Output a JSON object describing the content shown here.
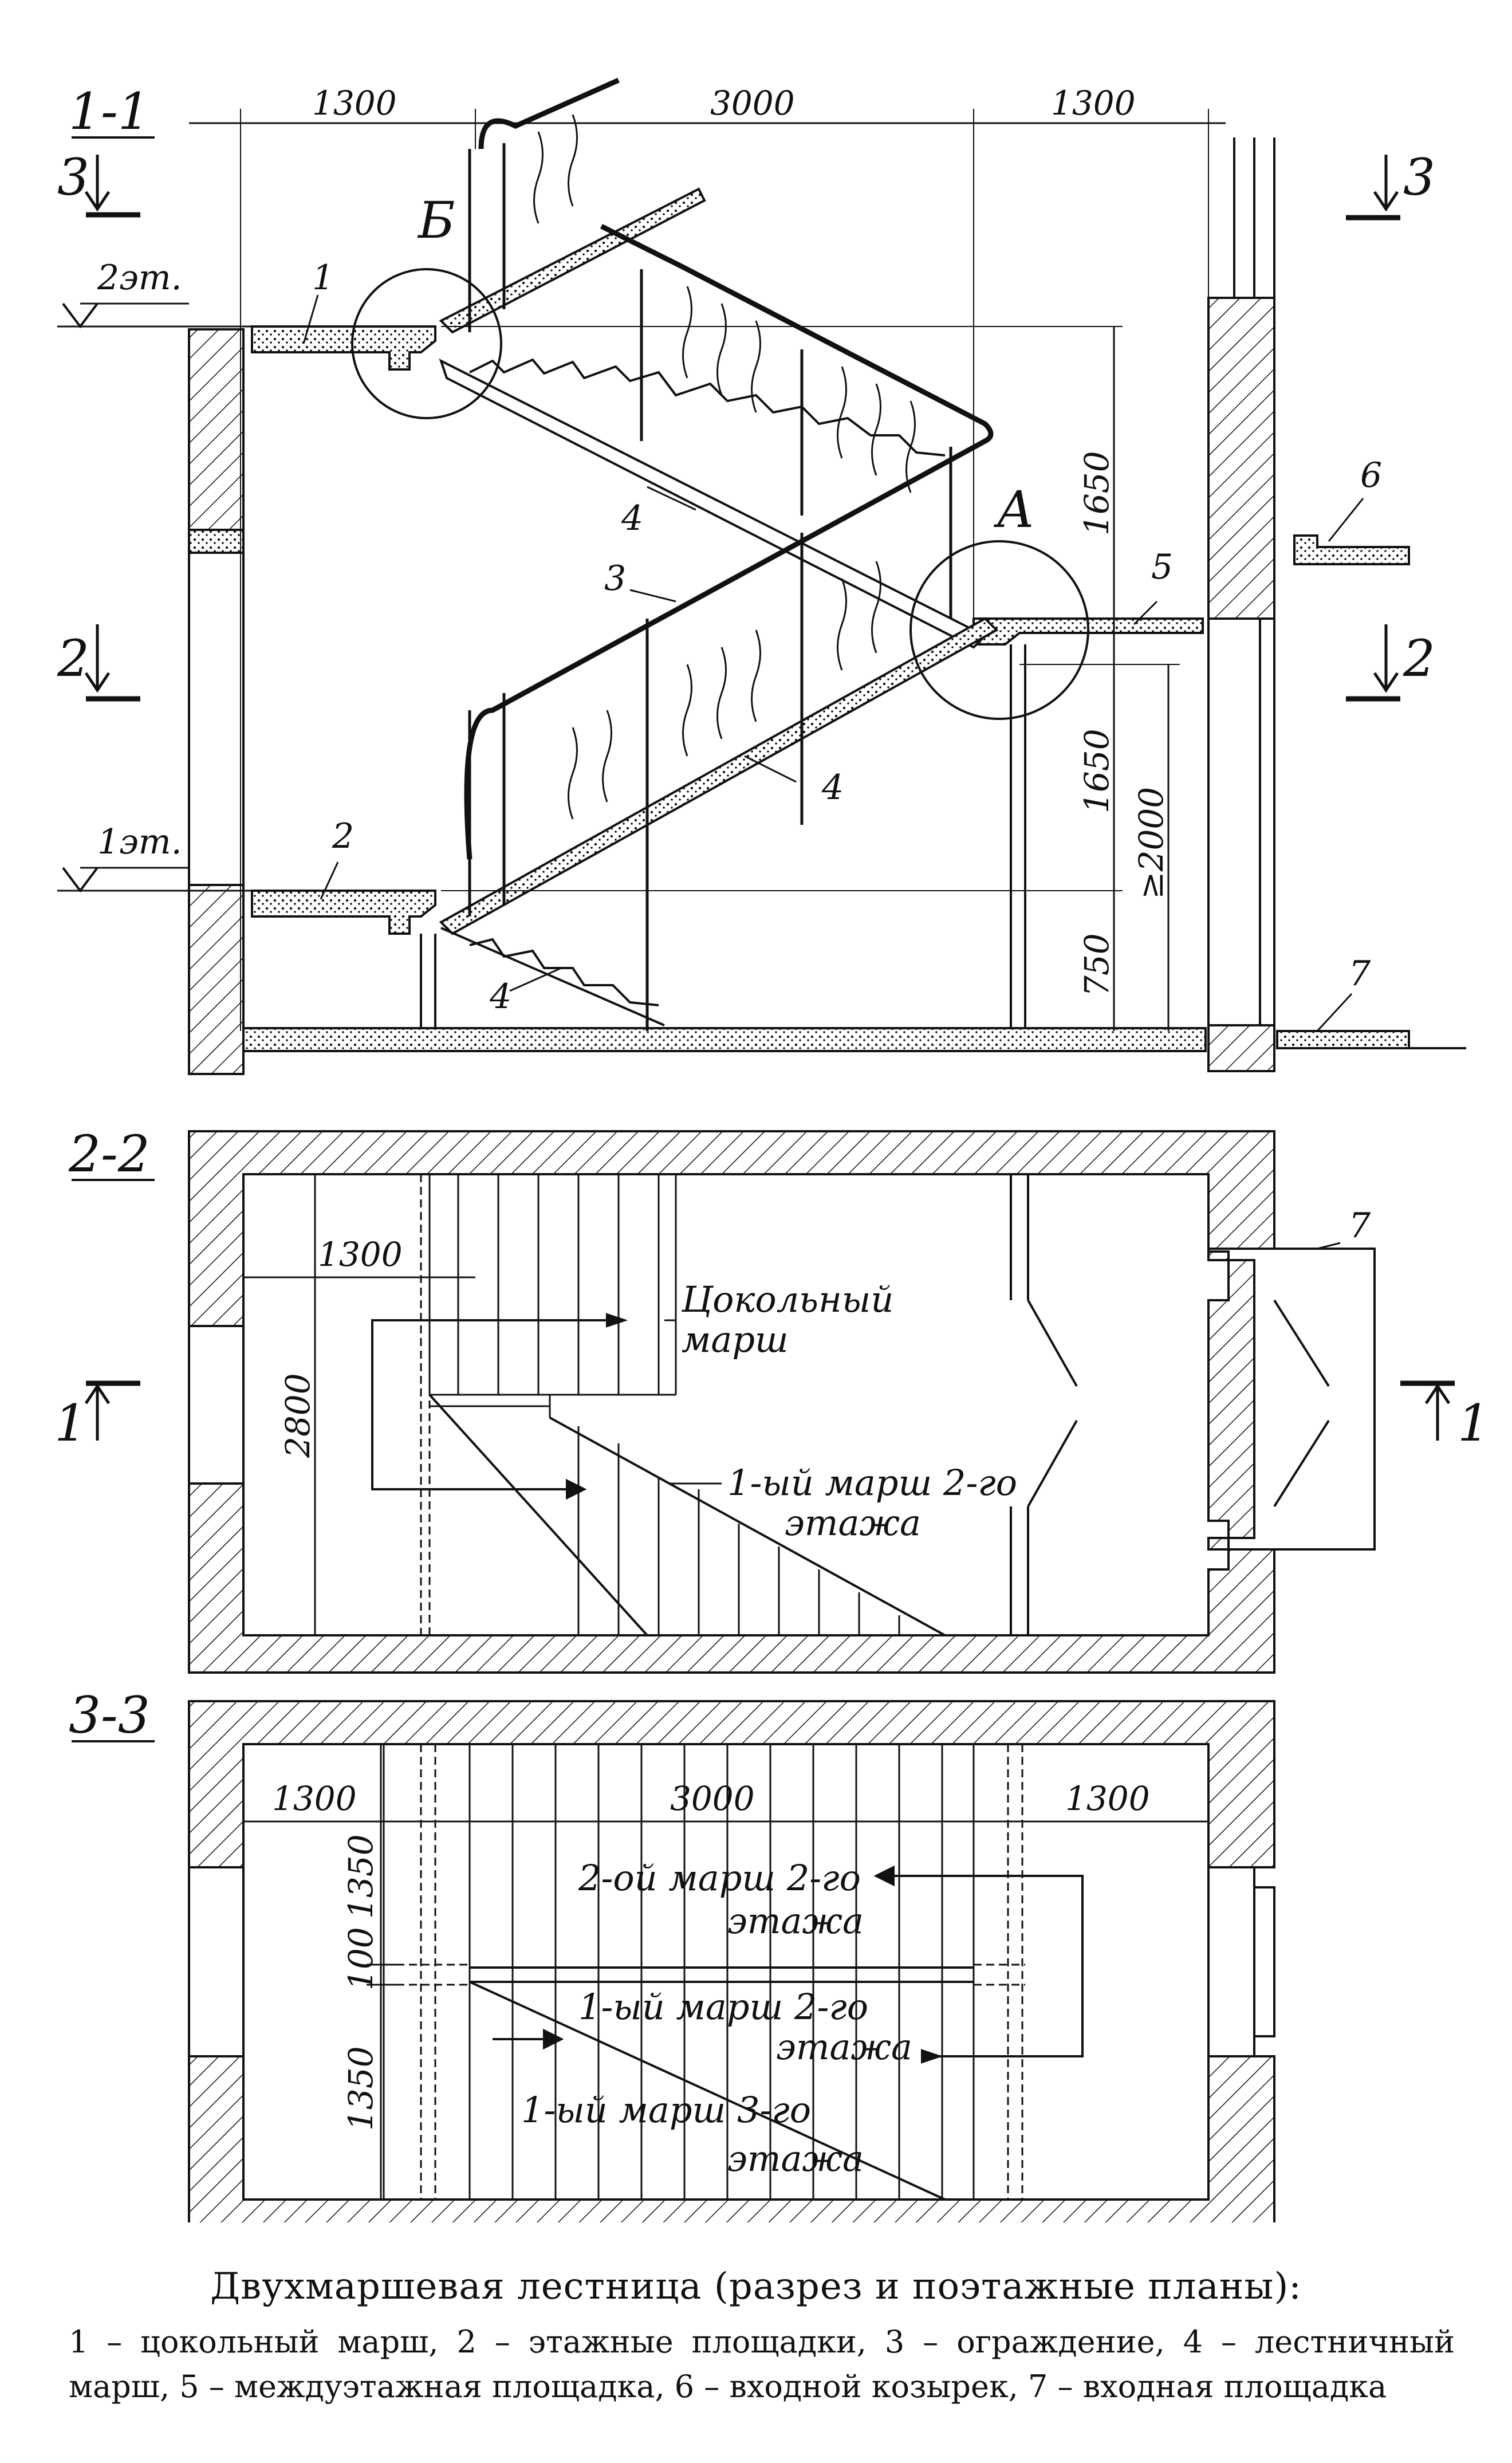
{
  "caption": {
    "title": "Двухмаршевая лестница (разрез и поэтажные планы):",
    "legend": "1 – цокольный марш, 2 – этажные площадки, 3 – ограждение, 4 – лестничный марш, 5 – междуэтажная площадка, 6 – входной козырек, 7 – входная площадка"
  },
  "section_1_1": {
    "title": "1-1",
    "dims_top": [
      "1300",
      "3000",
      "1300"
    ],
    "dims_right": [
      "1650",
      "1650",
      "750"
    ],
    "clearance": "≥2000",
    "level_2": "2эт.",
    "level_1": "1эт.",
    "detail_a": "А",
    "detail_b": "Б",
    "cut_left": [
      "3",
      "2"
    ],
    "cut_right": [
      "3",
      "2"
    ],
    "callouts": [
      "1",
      "2",
      "3",
      "4",
      "4",
      "4",
      "5",
      "6",
      "7"
    ]
  },
  "plan_2_2": {
    "title": "2-2",
    "dim_width": "1300",
    "dim_depth": "2800",
    "label_basement": [
      "Цокольный",
      "марш"
    ],
    "label_flight": [
      "1-ый марш 2-го",
      "этажа"
    ],
    "callout": "7",
    "cut_left": "1",
    "cut_right": "1"
  },
  "plan_3_3": {
    "title": "3-3",
    "dims_top": [
      "1300",
      "3000",
      "1300"
    ],
    "dims_left": [
      "1350",
      "100",
      "1350"
    ],
    "label_flight_2": [
      "2-ой марш 2-го",
      "этажа"
    ],
    "label_flight_1": [
      "1-ый марш 2-го",
      "этажа"
    ],
    "label_flight_3": [
      "1-ый марш 3-го",
      "этажа"
    ]
  }
}
